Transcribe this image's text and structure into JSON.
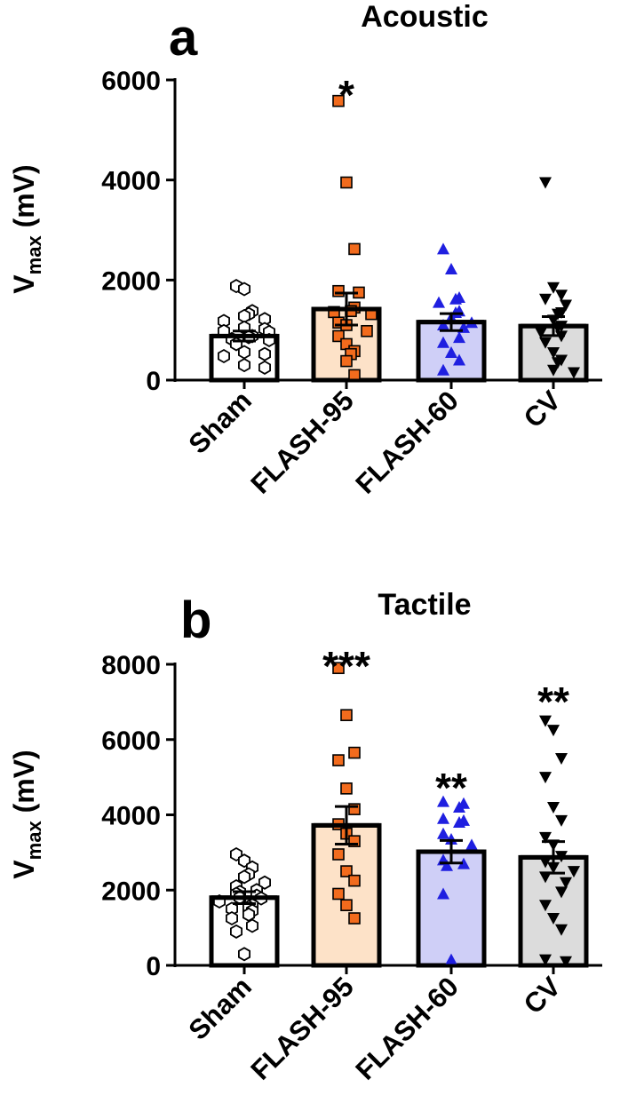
{
  "chart_data": [
    {
      "type": "bar",
      "panel_label": "a",
      "title": "Acoustic",
      "ylabel_main": "V",
      "ylabel_sub": "max",
      "ylabel_unit": " (mV)",
      "ylim": [
        0,
        6000
      ],
      "yticks": [
        0,
        2000,
        4000,
        6000
      ],
      "categories": [
        "Sham",
        "FLASH-95",
        "FLASH-60",
        "CV"
      ],
      "values": [
        880,
        1420,
        1160,
        1080
      ],
      "sem": [
        100,
        320,
        170,
        190
      ],
      "significance": [
        "",
        "*",
        "",
        ""
      ],
      "fill_colors": [
        "#ffffff",
        "#fde2c8",
        "#cfcff7",
        "#dcdcdc"
      ],
      "marker_colors": [
        "#ffffff",
        "#f26b1d",
        "#1f1fe0",
        "#000000"
      ],
      "marker_shapes": [
        "hexagon-open",
        "square",
        "triangle-up",
        "triangle-down"
      ],
      "points": [
        [
          1880,
          1820,
          1380,
          1320,
          1280,
          1220,
          1180,
          1050,
          1020,
          980,
          960,
          880,
          860,
          820,
          800,
          720,
          560,
          520,
          480,
          300,
          250
        ],
        [
          5580,
          3950,
          2620,
          1780,
          1750,
          1450,
          1380,
          1360,
          1320,
          1150,
          1100,
          980,
          880,
          720,
          580,
          520,
          380,
          100
        ],
        [
          2620,
          2220,
          1650,
          1620,
          1550,
          1380,
          1350,
          1250,
          1150,
          1100,
          1050,
          850,
          750,
          550,
          400,
          200
        ],
        [
          3950,
          1850,
          1700,
          1620,
          1500,
          1350,
          1320,
          1200,
          1080,
          1050,
          950,
          880,
          750,
          550,
          400,
          350,
          200,
          150
        ]
      ]
    },
    {
      "type": "bar",
      "panel_label": "b",
      "title": "Tactile",
      "ylabel_main": "V",
      "ylabel_sub": "max",
      "ylabel_unit": " (mV)",
      "ylim": [
        0,
        8000
      ],
      "yticks": [
        0,
        2000,
        4000,
        6000,
        8000
      ],
      "categories": [
        "Sham",
        "FLASH-95",
        "FLASH-60",
        "CV"
      ],
      "values": [
        1800,
        3720,
        3020,
        2870
      ],
      "sem": [
        160,
        500,
        300,
        420
      ],
      "significance": [
        "",
        "***",
        "**",
        "**"
      ],
      "fill_colors": [
        "#ffffff",
        "#fde2c8",
        "#cfcff7",
        "#dcdcdc"
      ],
      "marker_colors": [
        "#ffffff",
        "#f26b1d",
        "#1f1fe0",
        "#000000"
      ],
      "marker_shapes": [
        "hexagon-open",
        "square",
        "triangle-up",
        "triangle-down"
      ],
      "points": [
        [
          2950,
          2780,
          2600,
          2420,
          2350,
          2200,
          2100,
          2000,
          1950,
          1900,
          1850,
          1800,
          1780,
          1700,
          1600,
          1550,
          1500,
          1450,
          1350,
          1250,
          1050,
          900,
          300
        ],
        [
          7900,
          6650,
          5650,
          5450,
          4700,
          4150,
          3750,
          3500,
          3300,
          2950,
          2500,
          2250,
          1900,
          1600,
          1250
        ],
        [
          4350,
          4300,
          4200,
          3900,
          3850,
          3800,
          3500,
          3350,
          3200,
          2800,
          2700,
          2650,
          1900,
          150
        ],
        [
          6500,
          6250,
          5500,
          5000,
          4200,
          3850,
          3400,
          3200,
          2900,
          2750,
          2600,
          2500,
          2350,
          2200,
          1950,
          1600,
          1250,
          950,
          150,
          100
        ]
      ]
    }
  ]
}
